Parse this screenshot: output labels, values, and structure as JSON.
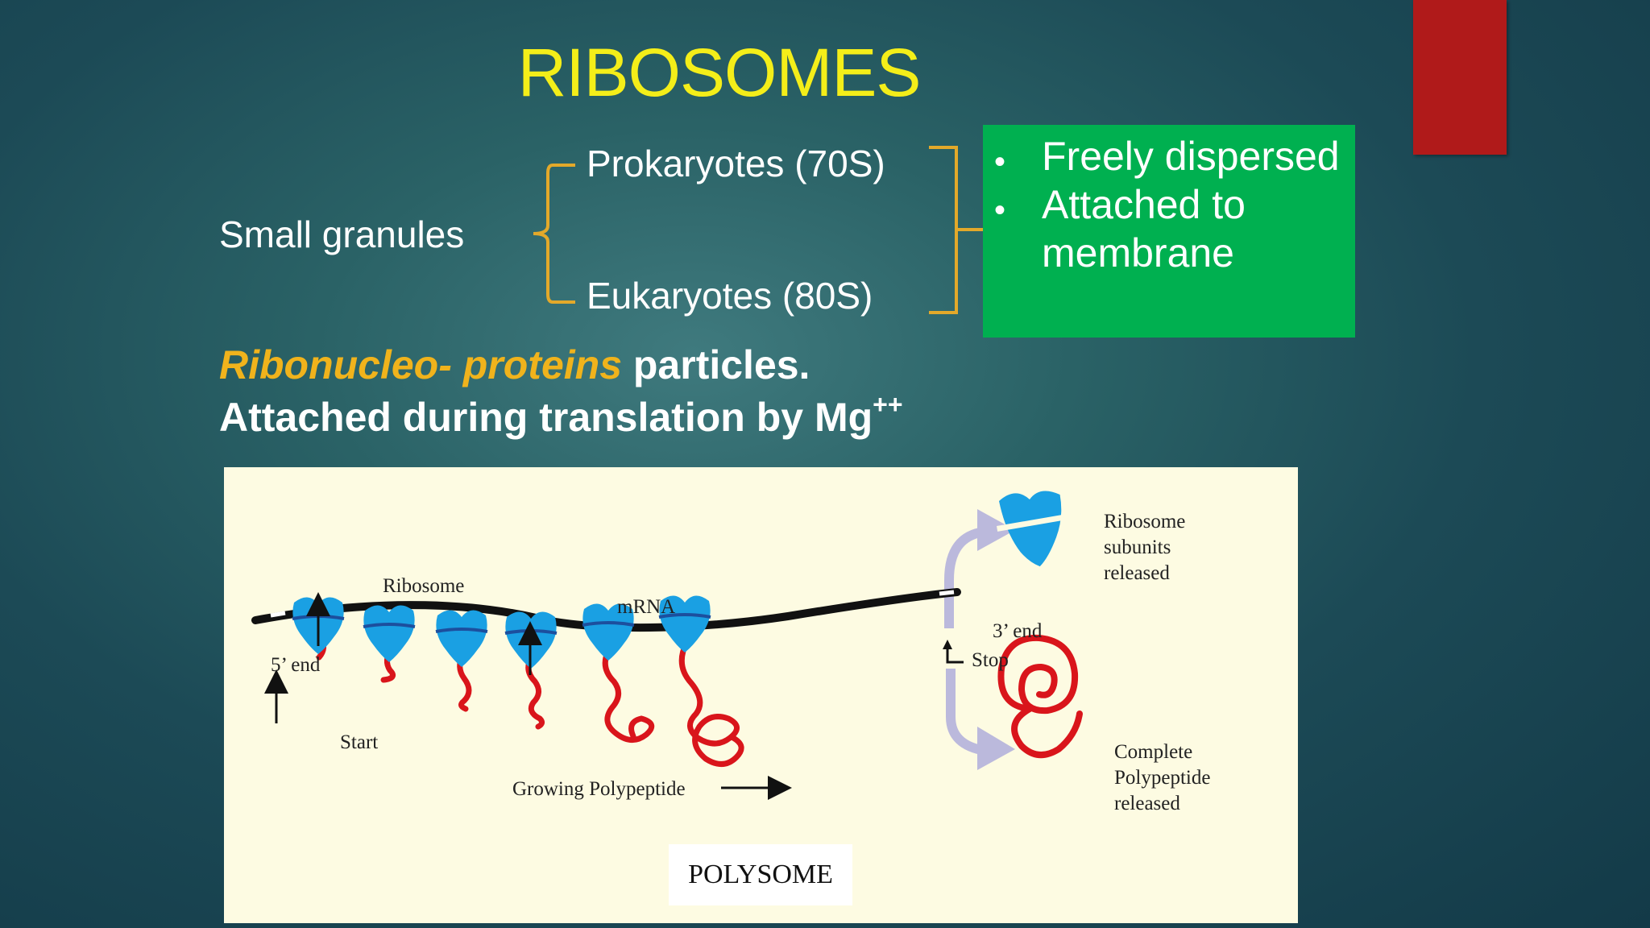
{
  "slide": {
    "title": "RIBOSOMES",
    "classification": {
      "left_label": "Small granules",
      "prokaryotes": "Prokaryotes (70S)",
      "eukaryotes": "Eukaryotes (80S)"
    },
    "green_box": {
      "item1": "Freely dispersed",
      "item2_line1": "Attached to",
      "item2_line2": "membrane"
    },
    "line1_italic": "Ribonucleo- proteins",
    "line1_rest": " particles.",
    "line2_text": "Attached during translation by Mg",
    "line2_sup": "++"
  },
  "diagram": {
    "label_5end": "5’ end",
    "label_start": "Start",
    "label_ribosome": "Ribosome",
    "label_mrna": "mRNA",
    "label_3end": "3’ end",
    "label_stop": "Stop",
    "label_growing": "Growing Polypeptide",
    "label_subunits": [
      "Ribosome",
      "subunits",
      "released"
    ],
    "label_complete": [
      "Complete",
      "Polypeptide",
      "released"
    ],
    "label_polysome": "POLYSOME",
    "colors": {
      "ribosome": "#1aa0e3",
      "polypeptide": "#d9151b",
      "mrna": "#111111",
      "arrow": "#b9b7d9"
    }
  },
  "colors": {
    "title": "#f4ee19",
    "italic": "#f0b31c",
    "green_box": "#00b050",
    "accent_bar": "#b01a1a"
  }
}
